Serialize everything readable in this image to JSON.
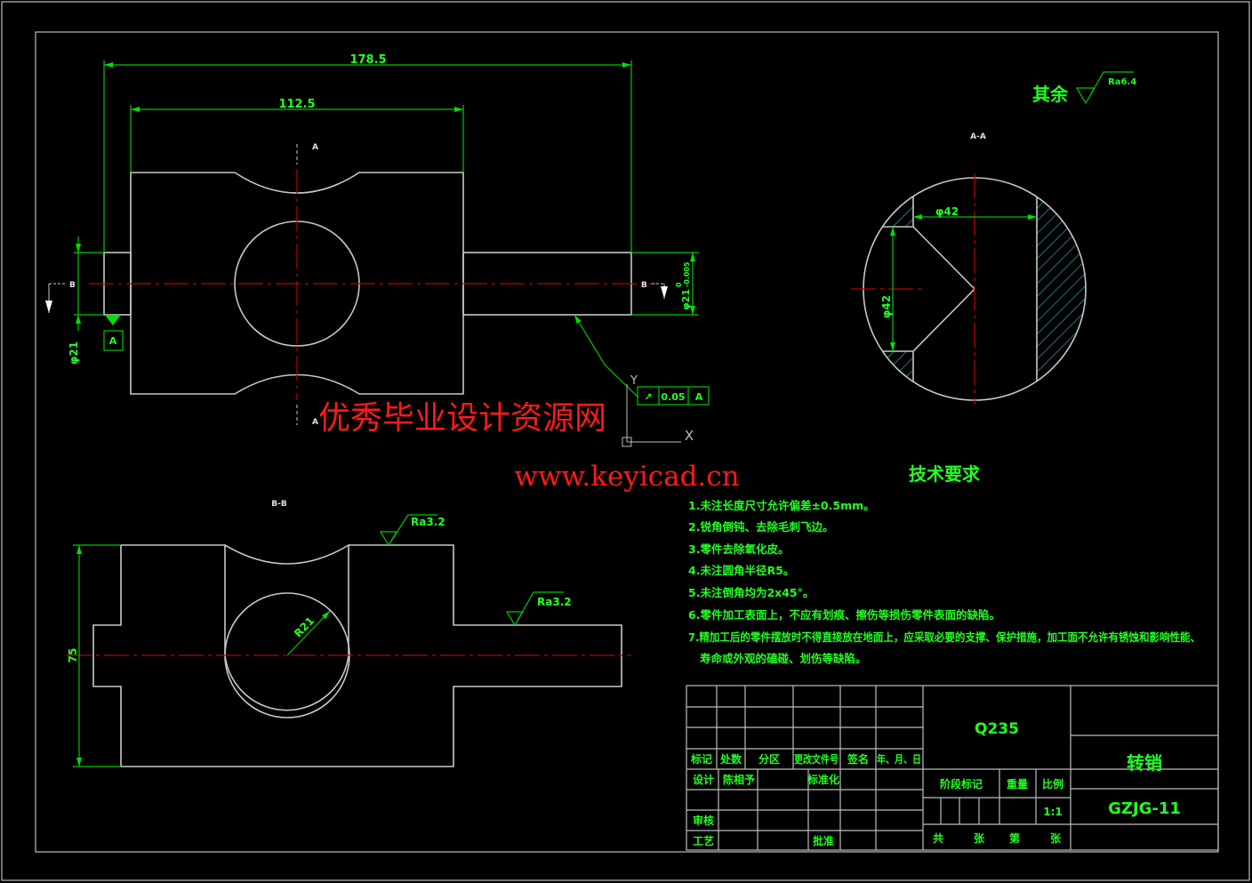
{
  "front_view": {
    "dim_total_length": "178.5",
    "dim_body_length": "112.5",
    "dim_left_diameter": "φ21",
    "dim_right_diameter": "φ21",
    "dim_right_tolerance_upper": "0",
    "dim_right_tolerance_lower": "-0.005",
    "section_mark_a_top": "A",
    "section_mark_a_bottom": "A",
    "section_mark_b_left": "B",
    "section_mark_b_right": "B",
    "datum_label": "A",
    "runout_tolerance": {
      "symbol": "↗",
      "value": "0.05",
      "datum": "A"
    },
    "ucs_x": "X",
    "ucs_y": "Y"
  },
  "section_aa": {
    "title": "A-A",
    "dim_horizontal": "φ42",
    "dim_vertical": "φ42"
  },
  "section_bb": {
    "title": "B-B",
    "dim_height": "75",
    "dim_radius": "R21",
    "roughness_1": "Ra3.2",
    "roughness_2": "Ra3.2"
  },
  "general_roughness": {
    "label": "其余",
    "value": "Ra6.4"
  },
  "watermark": {
    "line1": "优秀毕业设计资源网",
    "line2": "www.keyicad.cn"
  },
  "tech_requirements": {
    "title": "技术要求",
    "items": [
      "1.未注长度尺寸允许偏差±0.5mm。",
      "2.锐角倒钝、去除毛刺飞边。",
      "3.零件去除氧化皮。",
      "4.未注圆角半径R5。",
      "5.未注倒角均为2x45°。",
      "6.零件加工表面上，不应有划痕、擦伤等损伤零件表面的缺陷。",
      "7.精加工后的零件摆放时不得直接放在地面上，应采取必要的支撑、保护措施，加工面不允许有锈蚀和影响性能、",
      "寿命或外观的磕碰、划伤等缺陷。"
    ]
  },
  "title_block": {
    "header": [
      "标记",
      "处数",
      "分区",
      "更改文件号",
      "签名",
      "年、月、日"
    ],
    "design_label": "设计",
    "designer": "陈相予",
    "standardization_label": "标准化",
    "review_label": "审核",
    "process_label": "工艺",
    "approve_label": "批准",
    "material": "Q235",
    "stage_label": "阶段标记",
    "weight_label": "重量",
    "scale_label": "比例",
    "scale": "1:1",
    "total_label": "共",
    "sheets_label": "张",
    "sheet_no_label": "第",
    "sheet_label": "张",
    "part_name": "转销",
    "drawing_no": "GZJG-11"
  }
}
